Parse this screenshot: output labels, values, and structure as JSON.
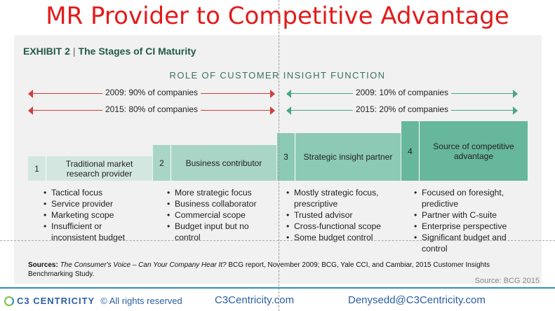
{
  "title": "MR Provider to Competitive Advantage",
  "exhibit": {
    "number": "EXHIBIT 2",
    "separator": "|",
    "name": "The Stages of CI Maturity"
  },
  "role_heading": "ROLE OF CUSTOMER INSIGHT FUNCTION",
  "arrows": [
    {
      "label": "2009: 90% of companies",
      "color": "#cf3f3f"
    },
    {
      "label": "2015: 80% of companies",
      "color": "#cf3f3f"
    },
    {
      "label": "2009: 10% of companies",
      "color": "#49a58c"
    },
    {
      "label": "2015: 20% of companies",
      "color": "#49a58c"
    }
  ],
  "stages": [
    {
      "number": "1",
      "label": "Traditional market research provider",
      "color": "#d3e7e0",
      "bullets": [
        "Tactical focus",
        "Service provider",
        "Marketing scope",
        "Insufficient or inconsistent budget"
      ]
    },
    {
      "number": "2",
      "label": "Business contributor",
      "color": "#a9d5c7",
      "bullets": [
        "More strategic focus",
        "Business collaborator",
        "Commercial scope",
        "Budget input but no control"
      ]
    },
    {
      "number": "3",
      "label": "Strategic insight partner",
      "color": "#8ccab6",
      "bullets": [
        "Mostly strategic focus, prescriptive",
        "Trusted advisor",
        "Cross-functional scope",
        "Some budget control"
      ]
    },
    {
      "number": "4",
      "label": "Source of competitive advantage",
      "color": "#67b79d",
      "bullets": [
        "Focused on foresight, predictive",
        "Partner with C-suite",
        "Enterprise perspective",
        "Significant budget and control"
      ]
    }
  ],
  "sources": {
    "label": "Sources:",
    "report_title": "The Consumer's Voice – Can Your Company Hear It?",
    "rest": "BCG report, November 2009; BCG, Yale CCI, and Cambiar, 2015 Customer Insights Benchmarking Study."
  },
  "credit": "Source: BCG 2015",
  "footer": {
    "brand": "C3 CENTRICITY",
    "rights": "© All rights reserved",
    "website": "C3Centricity.com",
    "email": "Denysedd@C3Centricity.com"
  }
}
